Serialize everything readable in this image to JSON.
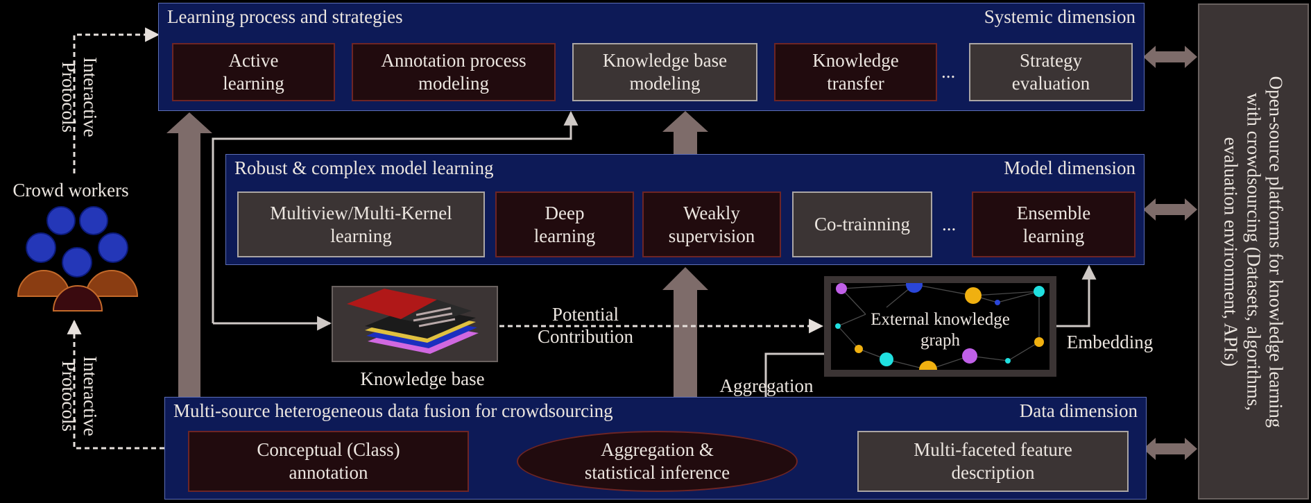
{
  "systemic": {
    "title": "Learning process and strategies",
    "dimension": "Systemic dimension",
    "boxes": [
      "Active\nlearning",
      "Annotation process\nmodeling",
      "Knowledge base\nmodeling",
      "Knowledge\ntransfer",
      "Strategy\nevaluation"
    ],
    "ellipsis": "..."
  },
  "model": {
    "title": "Robust & complex model learning",
    "dimension": "Model dimension",
    "boxes": [
      "Multiview/Multi-Kernel\nlearning",
      "Deep\nlearning",
      "Weakly\nsupervision",
      "Co-trainning",
      "Ensemble\nlearning"
    ],
    "ellipsis": "..."
  },
  "data": {
    "title": "Multi-source heterogeneous data fusion for crowdsourcing",
    "dimension": "Data dimension",
    "conceptual": "Conceptual (Class)\nannotation",
    "aggregation": "Aggregation &\nstatistical inference",
    "feature": "Multi-faceted feature\ndescription"
  },
  "crowd": {
    "label": "Crowd workers",
    "protocol_top": "Interactive\nProtocols",
    "protocol_bottom": "Interactive\nProtocols"
  },
  "knowledge_base": {
    "label": "Knowledge base"
  },
  "knowledge_graph": {
    "label": "External knowledge\ngraph"
  },
  "edges": {
    "potential": "Potential\nContribution",
    "aggregation": "Aggregation",
    "embedding": "Embedding"
  },
  "platform": {
    "text": "Open-source platforms for knowledge learning\nwith crowdsourcing (Datasets, algorithms,\nevaluation environment, APIs)"
  },
  "colors": {
    "panel": "#0d1a57",
    "dark_box": "#210b0e",
    "grey_box": "#3b3434",
    "big_arrow": "#7e6c6a",
    "person_blue": "#2437b8",
    "person_orange": "#8a3d12",
    "person_maroon": "#3a0a0f"
  }
}
